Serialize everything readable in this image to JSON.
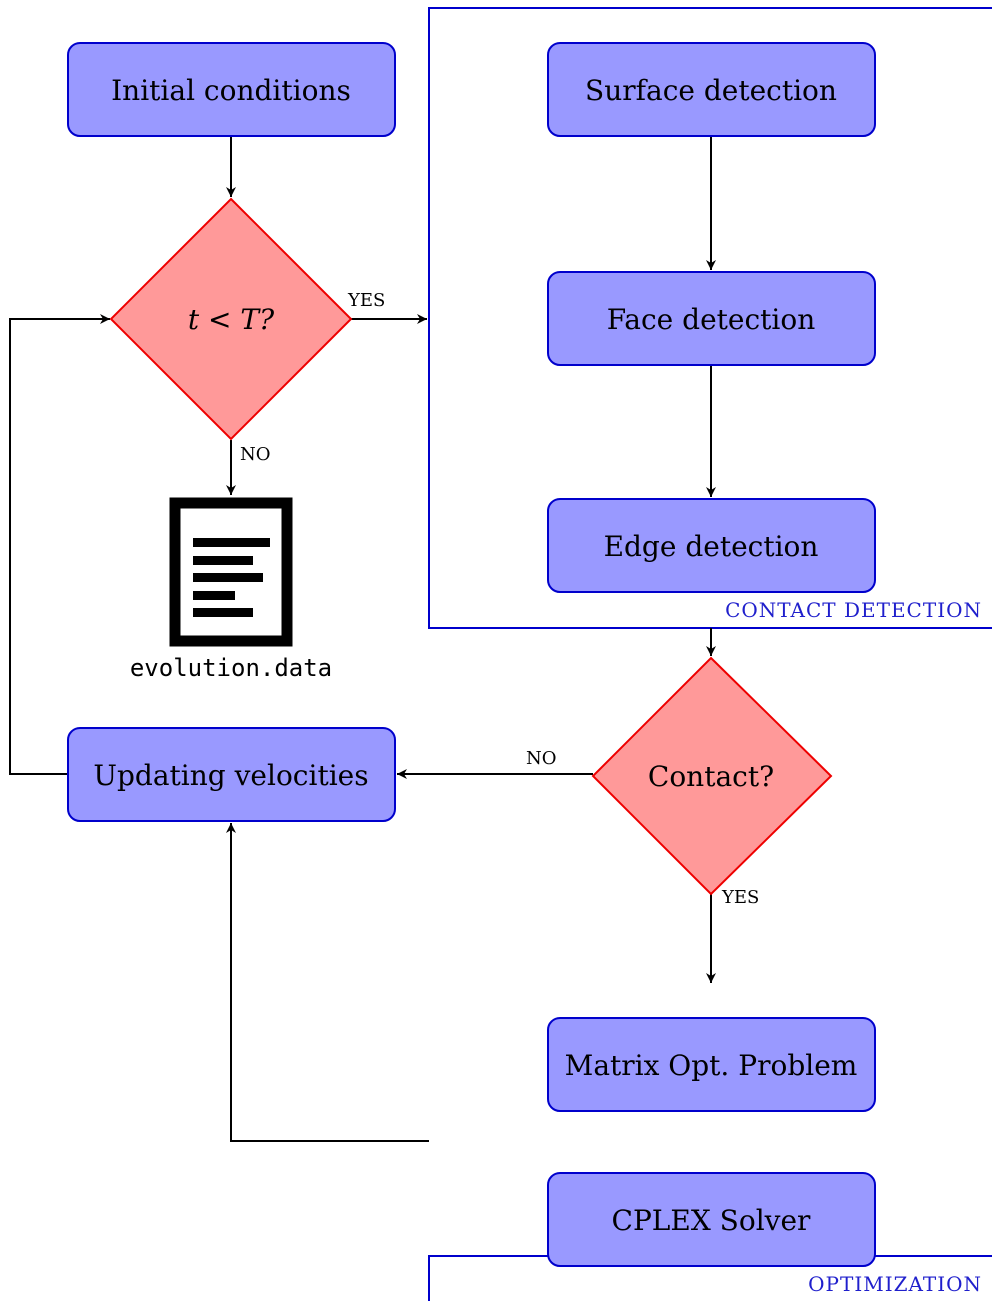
{
  "nodes": {
    "initial_conditions": "Initial conditions",
    "time_check": "t < T?",
    "output_file": "evolution.data",
    "surface_detection": "Surface detection",
    "face_detection": "Face detection",
    "edge_detection": "Edge detection",
    "contact_check": "Contact?",
    "updating_velocities": "Updating velocities",
    "matrix_problem": "Matrix Opt. Problem",
    "cplex_solver": "CPLEX Solver"
  },
  "edges": {
    "time_yes": "YES",
    "time_no": "NO",
    "contact_no": "NO",
    "contact_yes": "YES"
  },
  "groups": {
    "contact_detection": "CONTACT DETECTION",
    "optimization": "OPTIMIZATION"
  },
  "icons": {
    "output_file": "document-icon"
  },
  "colors": {
    "process_fill": "#9999ff",
    "process_border": "#0000cc",
    "decision_fill": "#ff9999",
    "decision_border": "#ee0000",
    "group_border": "#0000cc"
  }
}
